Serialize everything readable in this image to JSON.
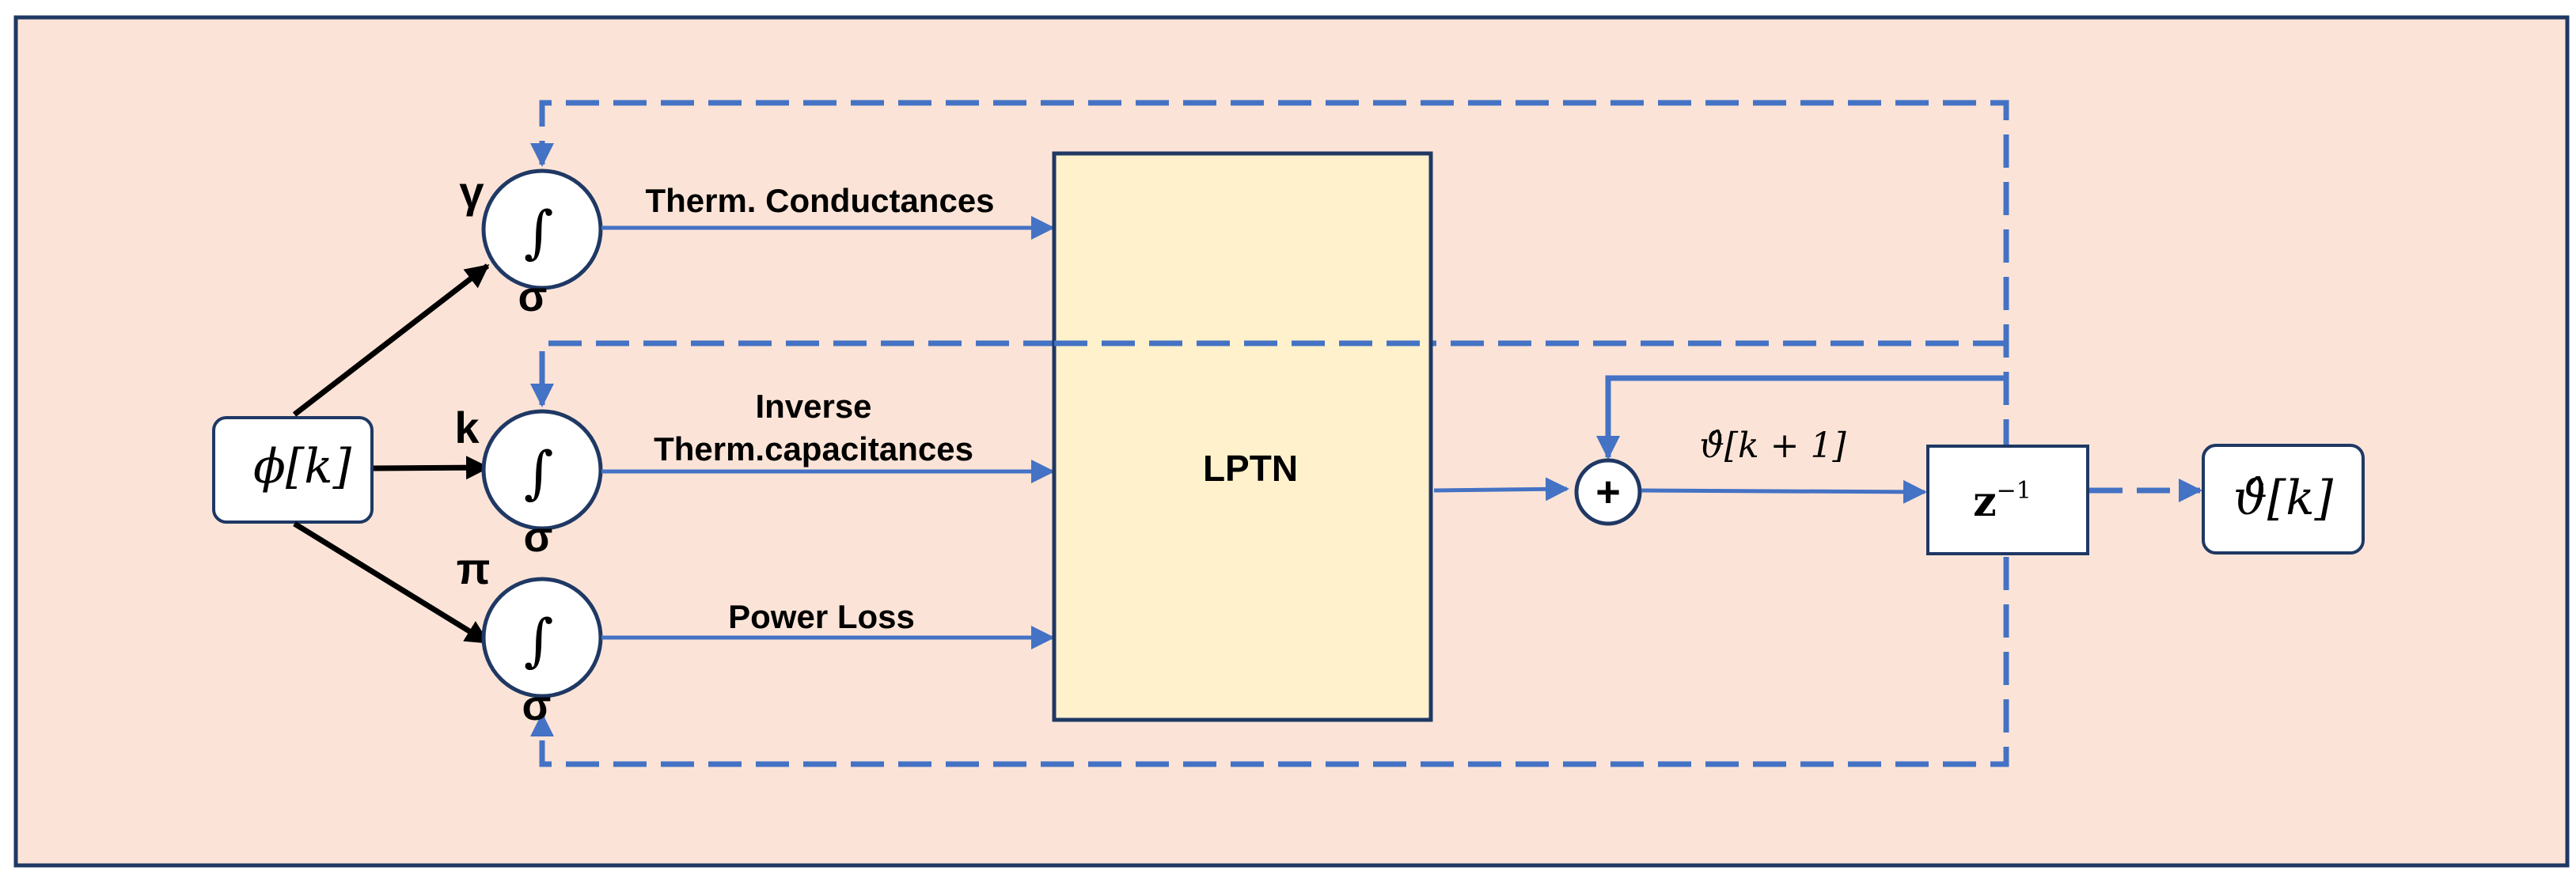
{
  "colors": {
    "background": "#fbe4d7",
    "frame": "#1f3864",
    "feedback": "#4472c4",
    "lptn_fill": "#fff1cc",
    "node_fill": "#ffffff",
    "arrow_black": "#000000"
  },
  "input_label": "ϕ[k]",
  "integrators": [
    {
      "symbol": "∫",
      "param": "γ",
      "sub": "σ"
    },
    {
      "symbol": "∫",
      "param": "k",
      "sub": "σ"
    },
    {
      "symbol": "∫",
      "param": "π",
      "sub": "σ"
    }
  ],
  "signals": {
    "s1": "Therm. Conductances",
    "s2_line1": "Inverse",
    "s2_line2": "Therm.capacitances",
    "s3": "Power Loss"
  },
  "lptn_label": "LPTN",
  "sum_symbol": "+",
  "next_state_label": "ϑ̂[k + 1]",
  "delay": {
    "base": "z",
    "exp": "−1"
  },
  "output_label": "ϑ̂[k]"
}
